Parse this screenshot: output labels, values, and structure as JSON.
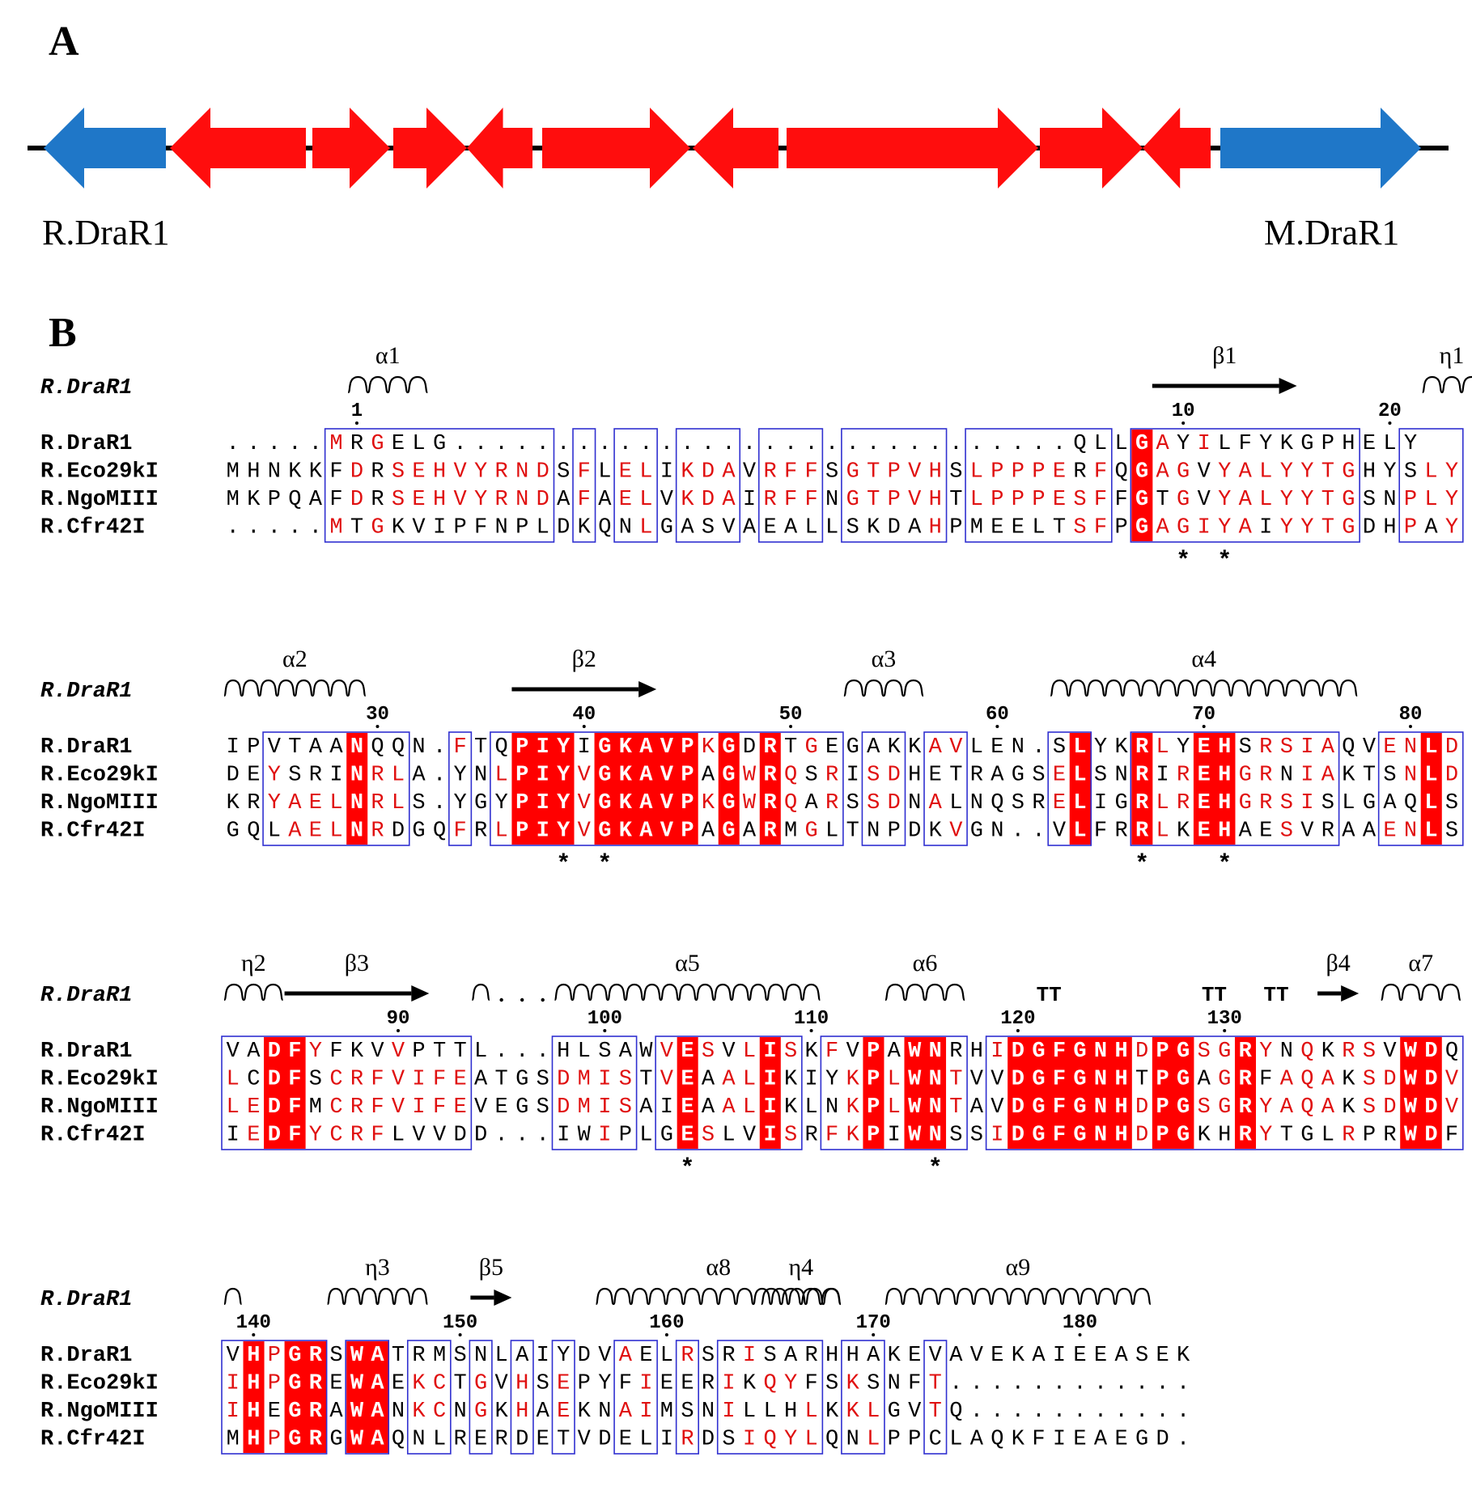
{
  "panels": {
    "a": "A",
    "b": "B"
  },
  "colors": {
    "blue_gene": "#1f77c8",
    "red_gene": "#ff0d0d",
    "identity": "#ff0000",
    "similar_text": "#e01010",
    "box": "#3030d0"
  },
  "panel_a": {
    "genes": [
      {
        "strand": "-",
        "type": "blue",
        "label": "R.DraR1"
      },
      {
        "strand": "-",
        "type": "red"
      },
      {
        "strand": "+",
        "type": "red"
      },
      {
        "strand": "+",
        "type": "red"
      },
      {
        "strand": "-",
        "type": "red"
      },
      {
        "strand": "+",
        "type": "red"
      },
      {
        "strand": "-",
        "type": "red"
      },
      {
        "strand": "+",
        "type": "red"
      },
      {
        "strand": "+",
        "type": "red"
      },
      {
        "strand": "-",
        "type": "red"
      },
      {
        "strand": "+",
        "type": "blue",
        "label": "M.DraR1"
      }
    ],
    "left_label": "R.DraR1",
    "right_label": "M.DraR1"
  },
  "panel_b": {
    "ss_title": "R.DraR1",
    "names": [
      "R.DraR1",
      "R.Eco29kI",
      "R.NgoMIII",
      "R.Cfr42I"
    ],
    "blocks": [
      {
        "seqs": [
          ".....MRGELG..............................QLLGAYILFYKGPHELY",
          "MHNKKFDRSEHVYRNDSFLELIKDAVRFFSGTPVHSLPPPERFQGAGVYALYYTGHYSLY",
          "MKPQAFDRSEHVYRNDAFAELVKDAIRFFNGTPVHTLPPPESFFGTGVYALYYTGSNPLY",
          ".....MTGKVIPFNPLDKQNLGASVAEALLSKDAHPMEELTSFPGAGIYAIYYTGDHPAY"
        ],
        "ticks": [
          {
            "pos": 6,
            "label": "1"
          },
          {
            "pos": 46,
            "label": "10"
          },
          {
            "pos": 56,
            "label": "20"
          }
        ],
        "ss": [
          {
            "t": "helix",
            "s": 6,
            "e": 9,
            "n": "α1"
          },
          {
            "t": "strand",
            "s": 45,
            "e": 51,
            "n": "β1"
          },
          {
            "t": "helix",
            "s": 58,
            "e": 60,
            "n": "η1"
          }
        ],
        "stars": [
          46,
          48
        ]
      },
      {
        "seqs": [
          "IPVTAANQQN.FTQPIYIGKAVPKGDRTGEGAKKAVLEN.SLYKRLYEHSRSIAQVENLD",
          "DEYSRINRLA.YNLPIYVGKAVPAGWRQSRISDHETRAGSELSNRIREHGRNIAKTSNLD",
          "KRYAELNRLS.YGYPIYVGKAVPKGWRQARSSDNALNQSRELIGRLREHGRSISLGAQLS",
          "GQLAELNRDGQFRLPIYVGKAVPAGARMGLTNPDKVGN..VLFRRLKEHAESVRAAENLS"
        ],
        "ticks": [
          {
            "pos": 7,
            "label": "30"
          },
          {
            "pos": 17,
            "label": "40"
          },
          {
            "pos": 27,
            "label": "50"
          },
          {
            "pos": 37,
            "label": "60"
          },
          {
            "pos": 47,
            "label": "70"
          },
          {
            "pos": 57,
            "label": "80"
          }
        ],
        "ss": [
          {
            "t": "helix",
            "s": 0,
            "e": 6,
            "n": "α2"
          },
          {
            "t": "strand",
            "s": 14,
            "e": 20,
            "n": "β2"
          },
          {
            "t": "helix",
            "s": 30,
            "e": 33,
            "n": "α3"
          },
          {
            "t": "helix",
            "s": 40,
            "e": 54,
            "n": "α4"
          }
        ],
        "stars": [
          16,
          18,
          44,
          48
        ]
      },
      {
        "seqs": [
          "VADFYFKVVPTTL...HLSAWVESVLISKFVPAWNRHIDGFGNHDPGSGRYNQKRSVWDQ",
          "LCDFSCRFVIFEATGSDMISTVEAALIKIYKPLWNTVVDGFGNHTPGAGRFAQAKSDWDV",
          "LEDFMCRFVIFEVEGSDMISAIEAALIKLNKPLWNTAVDGFGNHDPGSGRYAQAKSDWDV",
          "IEDFYCRFLVVDD...IWIPLGESLVISRFKPIWNSSIDGFGNHDPGKHRYTGLRPRWDF"
        ],
        "ticks": [
          {
            "pos": 8,
            "label": "90"
          },
          {
            "pos": 18,
            "label": "100"
          },
          {
            "pos": 28,
            "label": "110"
          },
          {
            "pos": 38,
            "label": "120"
          },
          {
            "pos": 48,
            "label": "130"
          }
        ],
        "ss": [
          {
            "t": "helix",
            "s": 0,
            "e": 2,
            "n": "η2"
          },
          {
            "t": "strand",
            "s": 3,
            "e": 9,
            "n": "β3"
          },
          {
            "t": "helix",
            "s": 12,
            "e": 12,
            "n": ""
          },
          {
            "t": "dots",
            "s": 13,
            "e": 15,
            "n": ""
          },
          {
            "t": "helix",
            "s": 16,
            "e": 28,
            "n": "α5"
          },
          {
            "t": "helix",
            "s": 32,
            "e": 35,
            "n": "α6"
          },
          {
            "t": "turn",
            "s": 39,
            "e": 40,
            "n": "TT"
          },
          {
            "t": "turn",
            "s": 47,
            "e": 48,
            "n": "TT"
          },
          {
            "t": "turn",
            "s": 50,
            "e": 51,
            "n": "TT"
          },
          {
            "t": "strand",
            "s": 53,
            "e": 54,
            "n": "β4"
          },
          {
            "t": "helix",
            "s": 56,
            "e": 59,
            "n": "α7"
          }
        ],
        "stars": [
          22,
          34
        ]
      },
      {
        "seqs": [
          "VHPGRSWATRMSNLAIYDVAELRSRISARHHAKEVAVEKAIEEASEK",
          "IHPGREWAEKCTGVHSEPYFIEERIKQYFSKSNFT............",
          "IHEGRAWANKCNGKHAEKNAIMSNILLHLKKLGVTQ...........",
          "MHPGRGWAQNLRERDETVDELIRDSIQYLQNLPPCLAQKFIEAEGD."
        ],
        "ticks": [
          {
            "pos": 1,
            "label": "140"
          },
          {
            "pos": 11,
            "label": "150"
          },
          {
            "pos": 21,
            "label": "160"
          },
          {
            "pos": 31,
            "label": "170"
          },
          {
            "pos": 41,
            "label": "180"
          }
        ],
        "ss": [
          {
            "t": "helix",
            "s": 0,
            "e": 0,
            "n": ""
          },
          {
            "t": "helix",
            "s": 5,
            "e": 9,
            "n": "η3"
          },
          {
            "t": "strand",
            "s": 12,
            "e": 13,
            "n": "β5"
          },
          {
            "t": "helix",
            "s": 18,
            "e": 29,
            "n": "α8"
          },
          {
            "t": "helix",
            "s": 26,
            "e": 29,
            "n": "η4"
          },
          {
            "t": "helix",
            "s": 32,
            "e": 44,
            "n": "α9"
          }
        ],
        "stars": []
      }
    ]
  }
}
